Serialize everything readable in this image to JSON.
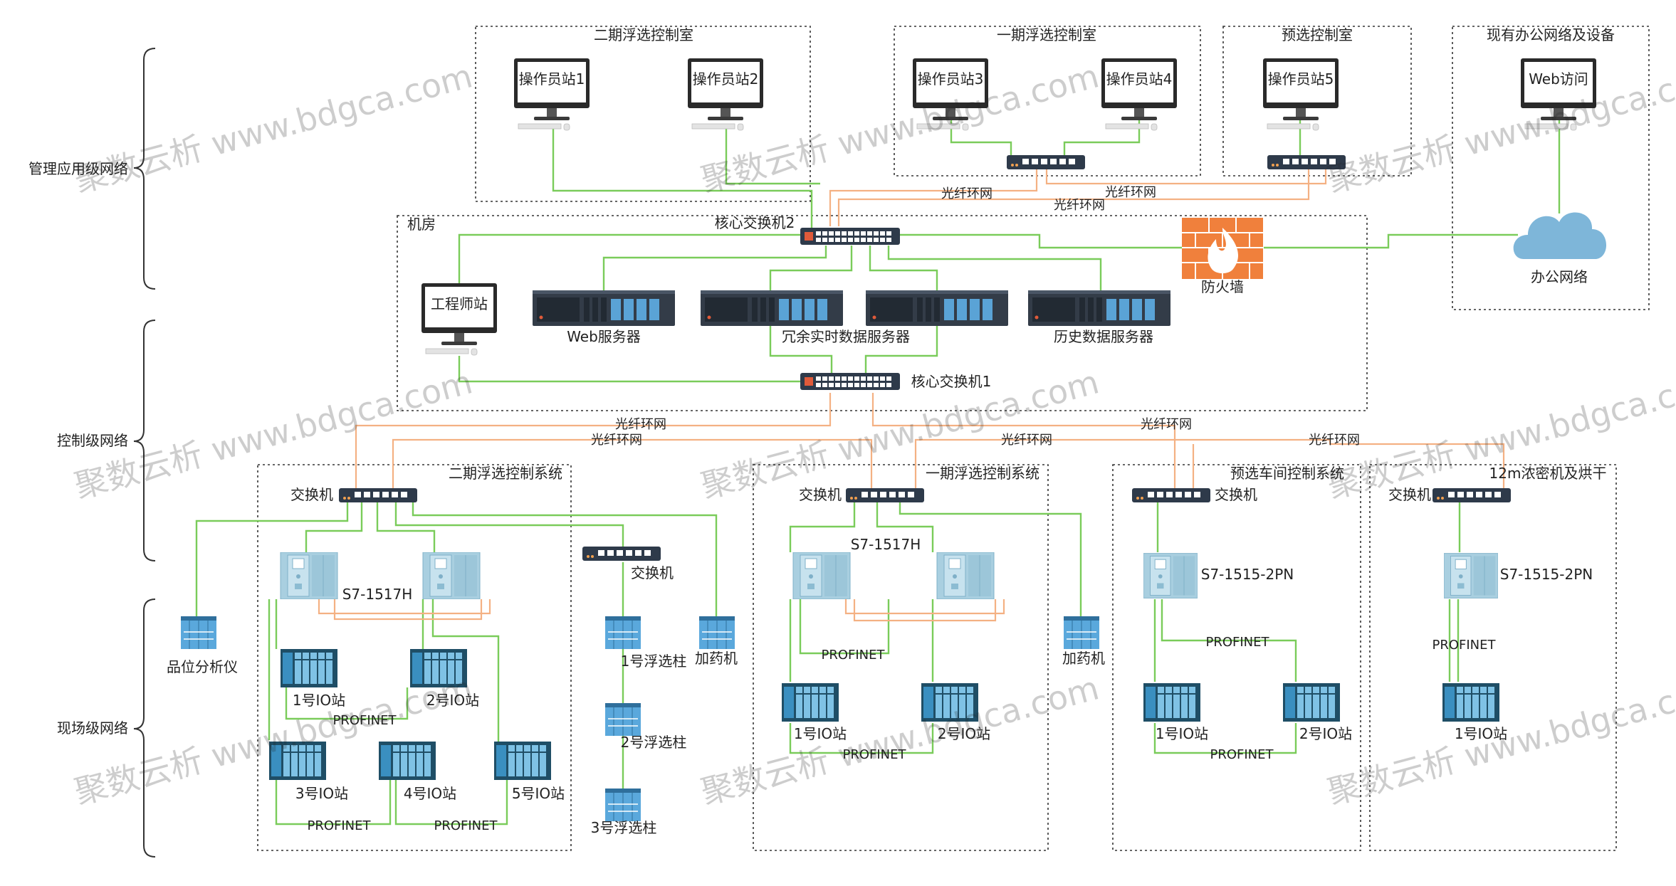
{
  "levels": {
    "management": "管理应用级网络",
    "control": "控制级网络",
    "field": "现场级网络"
  },
  "zones": {
    "phase2_room": "二期浮选控制室",
    "phase1_room": "一期浮选控制室",
    "pre_room": "预选控制室",
    "office": "现有办公网络及设备",
    "machine_room": "机房",
    "phase2_sys": "二期浮选控制系统",
    "phase1_sys": "一期浮选控制系统",
    "pre_sys": "预选车间控制系统",
    "thick_sys": "12m浓密机及烘干"
  },
  "devices": {
    "op1": "操作员站1",
    "op2": "操作员站2",
    "op3": "操作员站3",
    "op4": "操作员站4",
    "op5": "操作员站5",
    "web_access": "Web访问",
    "office_net": "办公网络",
    "firewall": "防火墙",
    "core2": "核心交换机2",
    "core1": "核心交换机1",
    "eng": "工程师站",
    "web_server": "Web服务器",
    "rt_server": "冗余实时数据服务器",
    "hist_server": "历史数据服务器",
    "switch": "交换机",
    "s71517h": "S7-1517H",
    "s71515": "S7-1515-2PN",
    "io1": "1号IO站",
    "io2": "2号IO站",
    "io3": "3号IO站",
    "io4": "4号IO站",
    "io5": "5号IO站",
    "analyzer": "品位分析仪",
    "dosing": "加药机",
    "col1": "1号浮选柱",
    "col2": "2号浮选柱",
    "col3": "3号浮选柱"
  },
  "links": {
    "fiber_ring": "光纤环网",
    "profinet": "PROFINET"
  },
  "watermark": "聚数云析 www.bdgca.com",
  "colors": {
    "ethernet": "#7acc5a",
    "fiber": "#f4b183",
    "device": "#6aaed6",
    "firewall": "#f0803c",
    "cloud": "#7eb6d9"
  }
}
